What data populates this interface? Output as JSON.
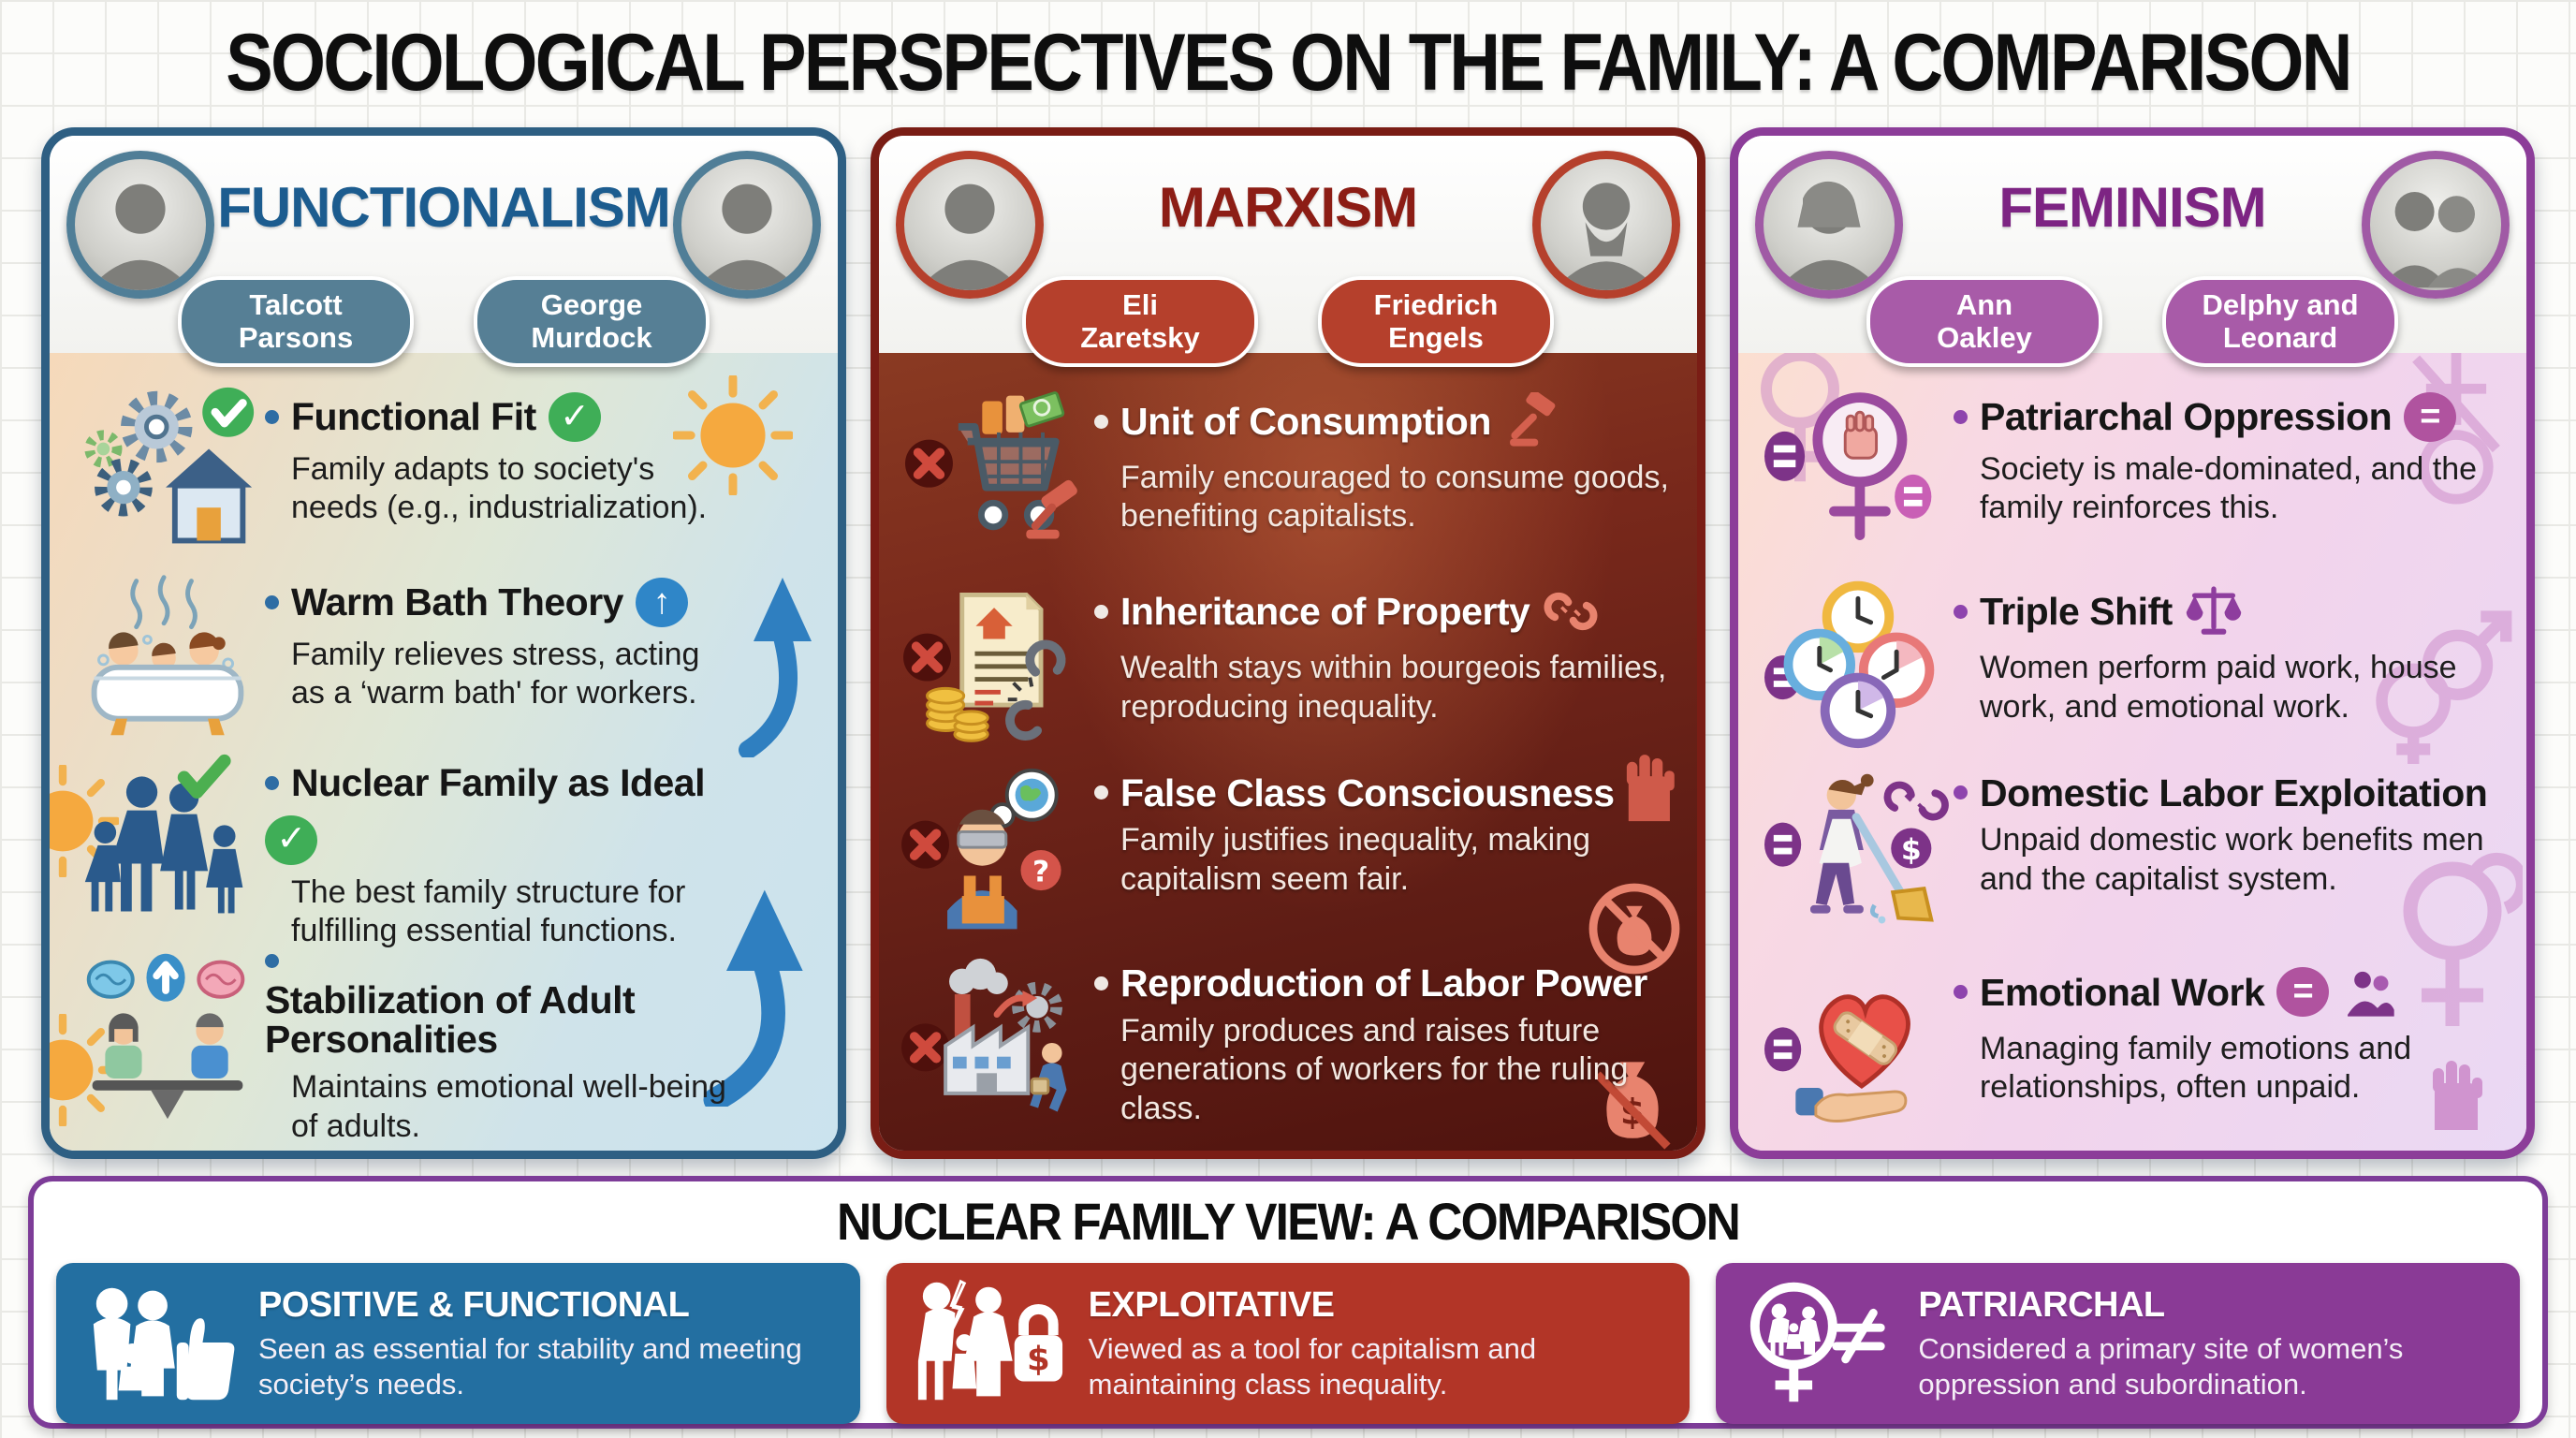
{
  "title": "SOCIOLOGICAL PERSPECTIVES ON THE FAMILY: A COMPARISON",
  "columns": [
    {
      "key": "functionalism",
      "title": "FUNCTIONALISM",
      "accent_color": "#1C5C8F",
      "pill_color": "#567F95",
      "border_color": "#2E5F83",
      "theorists": [
        {
          "name": "Talcott\nParsons",
          "icon": "portrait-talcott-parsons"
        },
        {
          "name": "George\nMurdock",
          "icon": "portrait-george-murdock"
        }
      ],
      "decorations": [
        "sun-icon",
        "up-swoosh-arrow-icon",
        "sun-icon",
        "sun-icon",
        "up-swoosh-arrow-icon"
      ],
      "points": [
        {
          "heading": "Functional Fit",
          "heading_badge": "check-icon",
          "icon": "gears-and-house-icon",
          "body": "Family adapts to society's needs (e.g., industrialization)."
        },
        {
          "heading": "Warm Bath Theory",
          "heading_badge": "up-arrow-icon",
          "icon": "family-bathtub-icon",
          "body": "Family relieves stress, acting as a ‘warm bath' for workers."
        },
        {
          "heading": "Nuclear Family as Ideal",
          "heading_badge": "check-icon",
          "icon": "nuclear-family-check-icon",
          "body": "The best family structure for fulfilling essential functions."
        },
        {
          "heading": "Stabilization of Adult Personalities",
          "heading_badge": "",
          "icon": "seesaw-balance-couple-icon",
          "body": "Maintains emotional well-being of adults."
        }
      ]
    },
    {
      "key": "marxism",
      "title": "MARXISM",
      "accent_color": "#8C1D15",
      "pill_color": "#B5402C",
      "border_color": "#7A1D15",
      "theorists": [
        {
          "name": "Eli\nZaretsky",
          "icon": "portrait-eli-zaretsky"
        },
        {
          "name": "Friedrich\nEngels",
          "icon": "portrait-friedrich-engels"
        }
      ],
      "decorations": [
        "raised-fist-icon",
        "no-money-bag-icon",
        "money-bag-slash-icon"
      ],
      "points": [
        {
          "heading": "Unit of Consumption",
          "heading_badge": "gavel-icon",
          "icon": "shopping-cart-x-icon",
          "body": "Family encouraged to consume goods, benefiting capitalists."
        },
        {
          "heading": "Inheritance of Property",
          "heading_badge": "broken-chain-icon",
          "icon": "deed-coins-chain-x-icon",
          "body": "Wealth stays within bourgeois families, reproducing inequality."
        },
        {
          "heading": "False Class Consciousness",
          "heading_badge": "",
          "icon": "blindfolded-worker-x-icon",
          "body": "Family justifies inequality, making capitalism seem fair."
        },
        {
          "heading": "Reproduction of Labor Power",
          "heading_badge": "",
          "icon": "factory-worker-x-icon",
          "body": "Family produces and raises future generations of workers for the ruling class."
        }
      ]
    },
    {
      "key": "feminism",
      "title": "FEMINISM",
      "accent_color": "#7D2483",
      "pill_color": "#A85BA8",
      "border_color": "#8C3D99",
      "theorists": [
        {
          "name": "Ann\nOakley",
          "icon": "portrait-ann-oakley"
        },
        {
          "name": "Delphy and\nLeonard",
          "icon": "portrait-delphy-and-leonard"
        }
      ],
      "decorations": [
        "venus-symbol-icon",
        "gender-symbols-icon",
        "interlocked-gender-icon",
        "raised-fist-icon"
      ],
      "points": [
        {
          "heading": "Patriarchal Oppression",
          "heading_badge": "equality-icon",
          "icon": "venus-fist-equality-icon",
          "body": "Society is male-dominated, and the family reinforces this."
        },
        {
          "heading": "Triple Shift",
          "heading_badge": "scales-icon",
          "icon": "clocks-icon",
          "body": "Women perform paid work, house work, and emotional work."
        },
        {
          "heading": "Domestic Labor Exploitation",
          "heading_badge": "",
          "icon": "sweeping-woman-chain-dollar-icon",
          "body": "Unpaid domestic work benefits men and the capitalist system."
        },
        {
          "heading": "Emotional Work",
          "heading_badge": "equality-icon people-hug-icon",
          "icon": "bandaged-heart-hand-icon",
          "body": "Managing family emotions and relationships, often unpaid."
        }
      ]
    }
  ],
  "comparison": {
    "title": "NUCLEAR FAMILY VIEW: A COMPARISON",
    "cells": [
      {
        "key": "functionalism",
        "color": "#236FA1",
        "heading": "POSITIVE & FUNCTIONAL",
        "body": "Seen as essential for stability and meeting society’s needs.",
        "icon": "family-thumbs-up-icon"
      },
      {
        "key": "marxism",
        "color": "#B23527",
        "heading": "EXPLOITATIVE",
        "body": "Viewed as a tool for capitalism and maintaining class inequality.",
        "icon": "broken-family-money-lock-icon"
      },
      {
        "key": "feminism",
        "color": "#8A3A96",
        "heading": "PATRIARCHAL",
        "body": "Considered a primary site of women’s oppression and subordination.",
        "icon": "venus-family-not-equal-icon"
      }
    ]
  },
  "badge_glyphs": {
    "check": "✓",
    "up_arrow": "↑",
    "equals": "=",
    "x": "✕",
    "question": "?",
    "not_equal": "≠",
    "dollar": "$"
  }
}
